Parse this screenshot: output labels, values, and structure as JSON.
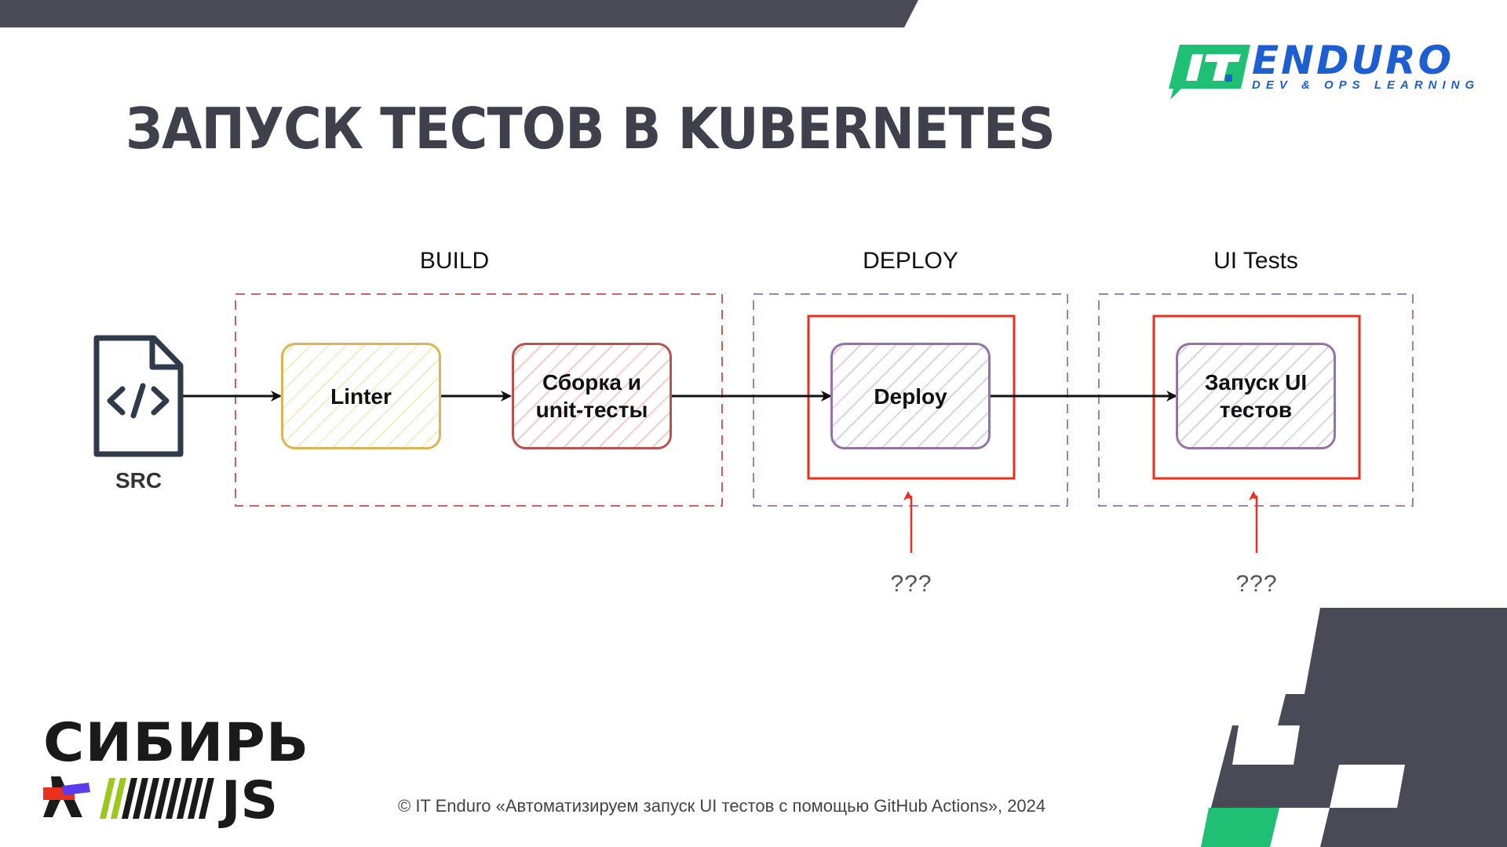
{
  "slide": {
    "title": "ЗАПУСК ТЕСТОВ В KUBERNETES",
    "footer": "© IT Enduro «Автоматизируем запуск UI тестов с помощью GitHub Actions», 2024"
  },
  "brand": {
    "logo_mark": "IT",
    "logo_name": "ENDURO",
    "logo_tagline": "DEV & OPS LEARNING",
    "event_name": "СИБИРЬ",
    "event_suffix": "JS",
    "colors": {
      "dark": "#4a4a56",
      "green": "#1fbf74",
      "blue": "#1d5fd0",
      "red": "#e8311e",
      "lime": "#9cc720"
    }
  },
  "diagram": {
    "source": {
      "label": "SRC",
      "icon": "code-file-icon"
    },
    "groups": [
      {
        "label": "BUILD"
      },
      {
        "label": "DEPLOY"
      },
      {
        "label": "UI Tests"
      }
    ],
    "nodes": [
      {
        "label": "Linter"
      },
      {
        "label": "Сборка и unit-тесты"
      },
      {
        "label": "Deploy"
      },
      {
        "label": "Запуск UI тестов"
      }
    ],
    "question_marks": [
      "???",
      "???"
    ]
  }
}
